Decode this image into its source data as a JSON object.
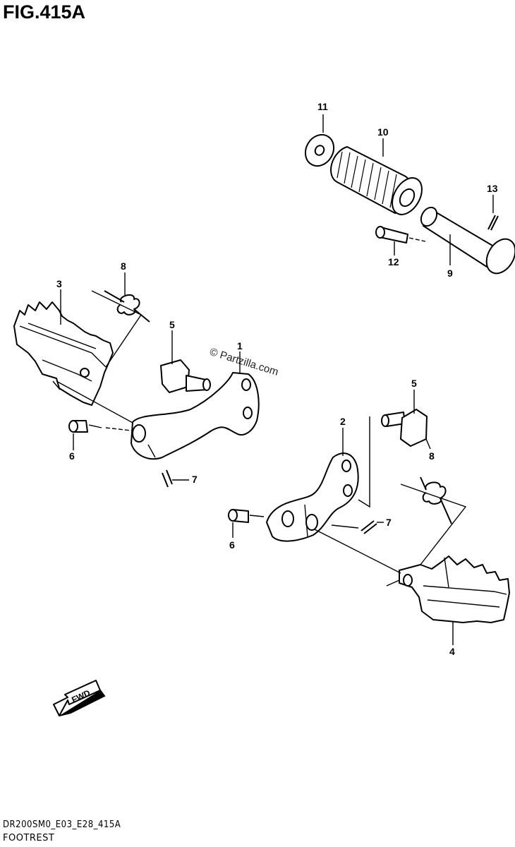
{
  "figure_title": "FIG.415A",
  "footer": {
    "code": "DR200SM0_E03_E28_415A",
    "name": "FOOTREST"
  },
  "watermark": "© Partzilla.com",
  "fwd_label": "FWD",
  "callouts": {
    "p1": "1",
    "p2": "2",
    "p3": "3",
    "p4": "4",
    "p5a": "5",
    "p5b": "5",
    "p6a": "6",
    "p6b": "6",
    "p7a": "7",
    "p7b": "7",
    "p8a": "8",
    "p8b": "8",
    "p9": "9",
    "p10": "10",
    "p11": "11",
    "p12": "12",
    "p13": "13"
  }
}
